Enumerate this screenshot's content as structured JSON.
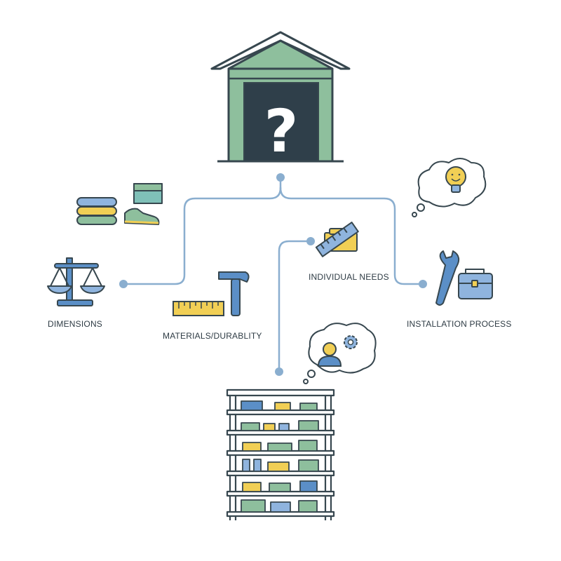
{
  "diagram": {
    "hub": {
      "symbol": "?"
    },
    "factors": [
      {
        "id": "dimensions",
        "label": "DIMENSIONS"
      },
      {
        "id": "materials",
        "label": "MATERIALS/DURABLITY"
      },
      {
        "id": "individual-needs",
        "label": "INDIVIDUAL NEEDS"
      },
      {
        "id": "installation",
        "label": "INSTALLATION PROCESS"
      }
    ]
  },
  "colors": {
    "outline": "#37474f",
    "green": "#8ebf9d",
    "green_light": "#a9d3b4",
    "dark_door": "#2f3f4a",
    "blue": "#5b8fc7",
    "blue_light": "#8fb4de",
    "yellow": "#f1cf55",
    "teal": "#7fc0b8",
    "connector": "#8aaecf"
  }
}
